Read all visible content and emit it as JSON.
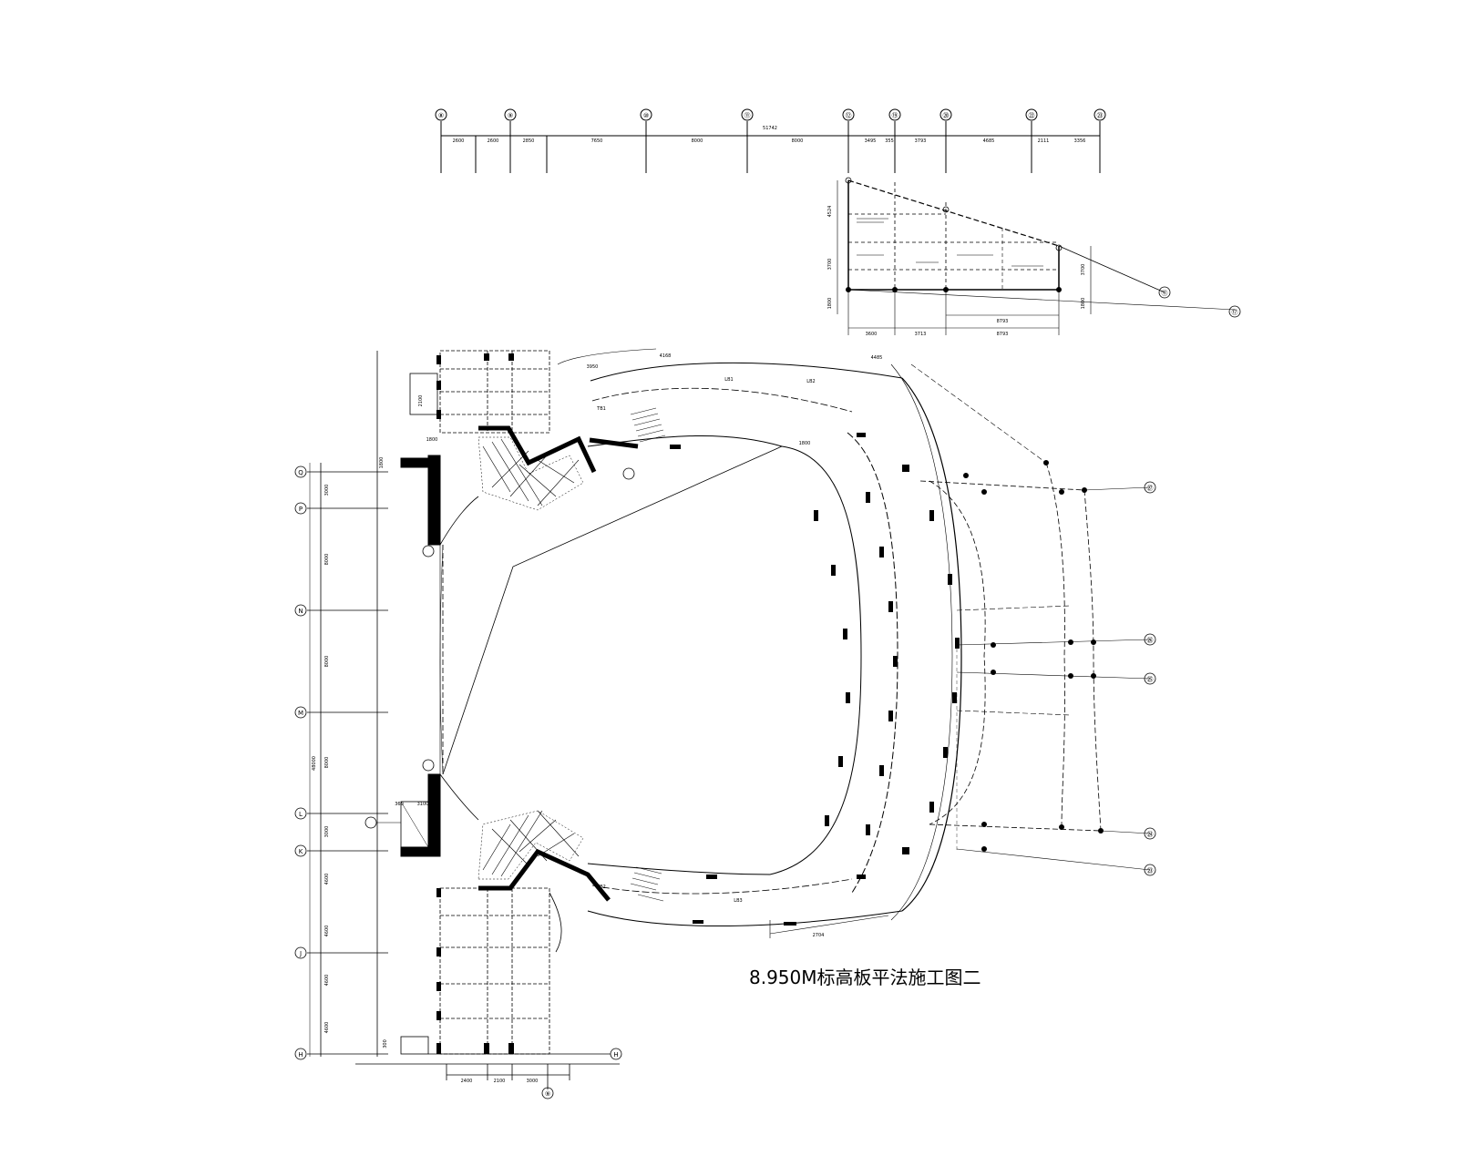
{
  "title": "8.950M标高板平法施工图二",
  "top_axis": {
    "labels": [
      "⑧",
      "⑨",
      "⑩",
      "⑪",
      "⑫",
      "⑲",
      "⑳",
      "㉒",
      "㉓"
    ],
    "overall_dim": "51742",
    "dims": [
      "2600",
      "2600",
      "2850",
      "7650",
      "8000",
      "8000",
      "3495",
      "355",
      "3793",
      "4685",
      "2111",
      "3356"
    ]
  },
  "annex": {
    "left_dims": [
      "4524",
      "3700",
      "1800"
    ],
    "right_dims": [
      "3700",
      "1800"
    ],
    "bottom_dims": [
      "3600",
      "3713",
      "8793"
    ],
    "bottom_total": "8793",
    "bubbles": [
      "⑪",
      "⑰"
    ]
  },
  "left_axis": {
    "labels": [
      "Q",
      "P",
      "N",
      "M",
      "L",
      "K",
      "J",
      "H"
    ],
    "dims": [
      "3000",
      "8000",
      "8000",
      "8000",
      "3000",
      "4600",
      "4600",
      "4600",
      "4600"
    ],
    "overall_dim": "48000",
    "small_dims": [
      "1800",
      "2100",
      "3100",
      "360",
      "1800",
      "300"
    ]
  },
  "bottom_axis": {
    "dims": [
      "2400",
      "2100",
      "3000"
    ],
    "bubble": "⑨"
  },
  "right_axis": {
    "labels": [
      "㉗",
      "㉖",
      "㉕",
      "㉔",
      "㉓"
    ]
  },
  "curve_dims": [
    "4485",
    "4168",
    "3950",
    "2704",
    "1800"
  ],
  "slab_labels": [
    "LB1",
    "LB2",
    "LB3",
    "TB2",
    "TB1"
  ]
}
